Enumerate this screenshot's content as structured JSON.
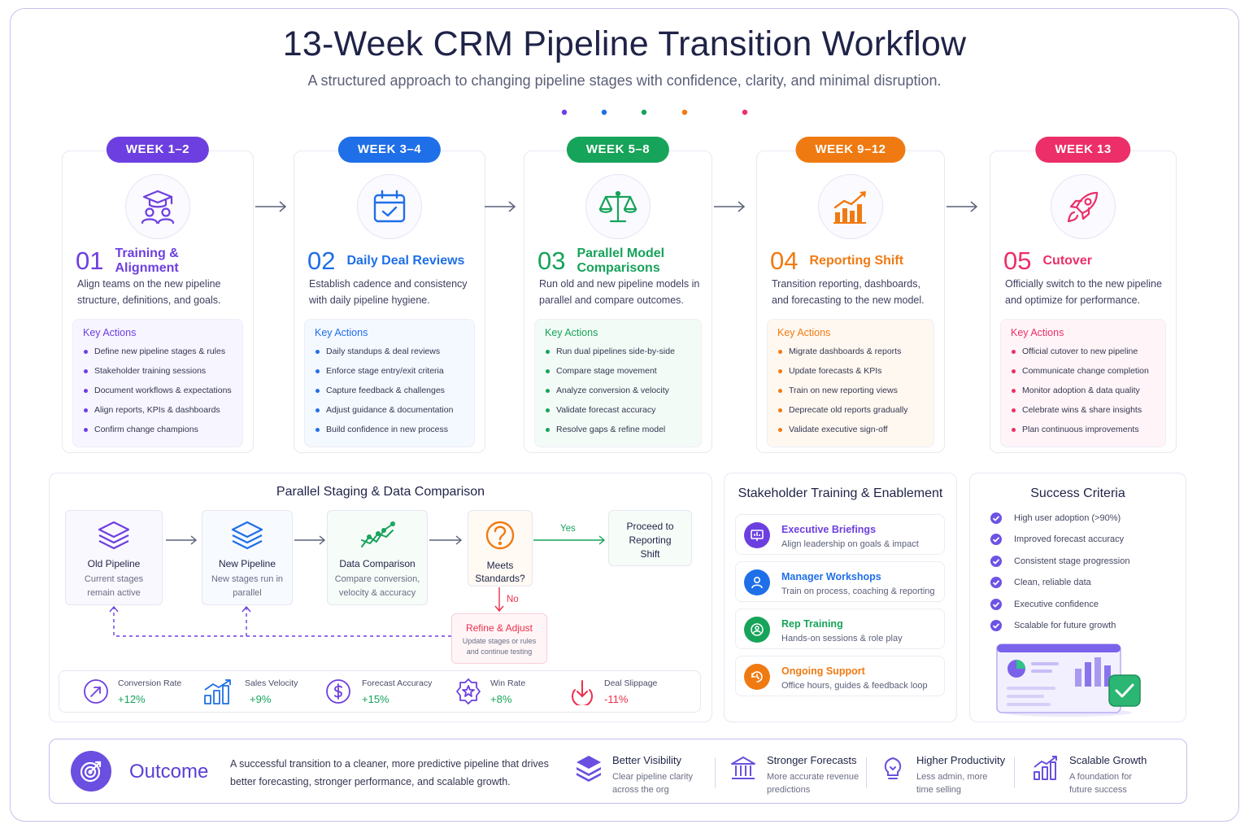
{
  "title": "13-Week CRM Pipeline Transition Workflow",
  "subtitle": "A structured approach to changing pipeline stages with confidence, clarity, and minimal disruption.",
  "steps": [
    {
      "week": "WEEK 1–2",
      "num": "01",
      "title": "Training & Alignment",
      "desc": "Align teams on the new pipeline structure, definitions, and goals.",
      "ka_title": "Key Actions",
      "actions": [
        "Define new pipeline stages & rules",
        "Stakeholder training sessions",
        "Document workflows & expectations",
        "Align reports, KPIs & dashboards",
        "Confirm change champions"
      ],
      "color": "#6d3fe0",
      "icon": "graduation-team-icon"
    },
    {
      "week": "WEEK 3–4",
      "num": "02",
      "title": "Daily Deal Reviews",
      "desc": "Establish cadence and consistency with daily pipeline hygiene.",
      "ka_title": "Key Actions",
      "actions": [
        "Daily standups & deal reviews",
        "Enforce stage entry/exit criteria",
        "Capture feedback & challenges",
        "Adjust guidance & documentation",
        "Build confidence in new process"
      ],
      "color": "#1f6fe8",
      "icon": "calendar-check-icon"
    },
    {
      "week": "WEEK 5–8",
      "num": "03",
      "title": "Parallel Model Comparisons",
      "desc": "Run old and new pipeline models in parallel and compare outcomes.",
      "ka_title": "Key Actions",
      "actions": [
        "Run dual pipelines side-by-side",
        "Compare stage movement",
        "Analyze conversion & velocity",
        "Validate forecast accuracy",
        "Resolve gaps & refine model"
      ],
      "color": "#16a35a",
      "icon": "scale-icon"
    },
    {
      "week": "WEEK 9–12",
      "num": "04",
      "title": "Reporting Shift",
      "desc": "Transition reporting, dashboards, and forecasting to the new model.",
      "ka_title": "Key Actions",
      "actions": [
        "Migrate dashboards & reports",
        "Update forecasts & KPIs",
        "Train on new reporting views",
        "Deprecate old reports gradually",
        "Validate executive sign-off"
      ],
      "color": "#f07a12",
      "icon": "growth-chart-icon"
    },
    {
      "week": "WEEK 13",
      "num": "05",
      "title": "Cutover",
      "desc": "Officially switch to the new pipeline and optimize for performance.",
      "ka_title": "Key Actions",
      "actions": [
        "Official cutover to new pipeline",
        "Communicate change completion",
        "Monitor adoption & data quality",
        "Celebrate wins & share insights",
        "Plan continuous improvements"
      ],
      "color": "#ec2f68",
      "icon": "rocket-icon"
    }
  ],
  "parallel": {
    "title": "Parallel Staging & Data Comparison",
    "old_title": "Old Pipeline",
    "old_sub": "Current stages remain active",
    "new_title": "New Pipeline",
    "new_sub": "New stages run in parallel",
    "cmp_title": "Data Comparison",
    "cmp_sub": "Compare conversion, velocity & accuracy",
    "decision": "Meets Standards?",
    "yes": "Yes",
    "no": "No",
    "proceed": "Proceed to Reporting Shift",
    "refine_title": "Refine & Adjust",
    "refine_sub": "Update stages or rules and continue testing"
  },
  "metrics": [
    {
      "label": "Conversion Rate",
      "value": "+12%",
      "color": "#16a35a",
      "icon": "arrow-up-right-icon"
    },
    {
      "label": "Sales Velocity",
      "value": "+9%",
      "color": "#16a35a",
      "icon": "bar-growth-icon"
    },
    {
      "label": "Forecast Accuracy",
      "value": "+15%",
      "color": "#16a35a",
      "icon": "dollar-icon"
    },
    {
      "label": "Win Rate",
      "value": "+8%",
      "color": "#16a35a",
      "icon": "badge-star-icon"
    },
    {
      "label": "Deal Slippage",
      "value": "-11%",
      "color": "#ec2f4a",
      "icon": "arrow-down-icon"
    }
  ],
  "stakeholder": {
    "title": "Stakeholder Training & Enablement",
    "items": [
      {
        "title": "Executive Briefings",
        "sub": "Align leadership on goals & impact",
        "color": "#6d3fe0",
        "icon": "presentation-icon"
      },
      {
        "title": "Manager Workshops",
        "sub": "Train on process, coaching & reporting",
        "color": "#1f6fe8",
        "icon": "user-icon"
      },
      {
        "title": "Rep Training",
        "sub": "Hands-on sessions & role play",
        "color": "#16a35a",
        "icon": "team-icon"
      },
      {
        "title": "Ongoing Support",
        "sub": "Office hours, guides & feedback loop",
        "color": "#f07a12",
        "icon": "support-icon"
      }
    ]
  },
  "success": {
    "title": "Success Criteria",
    "items": [
      "High user adoption (>90%)",
      "Improved forecast accuracy",
      "Consistent stage progression",
      "Clean, reliable data",
      "Executive confidence",
      "Scalable for future growth"
    ]
  },
  "outcome": {
    "title": "Outcome",
    "desc": "A successful transition to a cleaner, more predictive pipeline that drives better forecasting, stronger performance, and scalable growth.",
    "items": [
      {
        "title": "Better Visibility",
        "sub": "Clear pipeline clarity across the org",
        "icon": "layers-icon"
      },
      {
        "title": "Stronger Forecasts",
        "sub": "More accurate revenue predictions",
        "icon": "bank-icon"
      },
      {
        "title": "Higher Productivity",
        "sub": "Less admin, more time selling",
        "icon": "lightbulb-icon"
      },
      {
        "title": "Scalable Growth",
        "sub": "A foundation for future success",
        "icon": "growth-bars-icon"
      }
    ]
  }
}
